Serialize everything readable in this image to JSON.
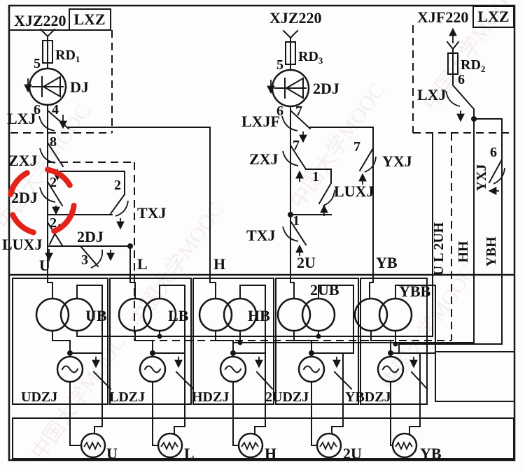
{
  "watermark": "中国大学MOOC",
  "colors": {
    "ink": "#161616",
    "annotation_red": "#e2231a",
    "paper": "#fdfdfd"
  },
  "top_left": {
    "source": "XJZ220",
    "panel": "LXZ",
    "fuse": "RD",
    "fuse_sub": "1",
    "pin_5": "5",
    "relay": "DJ",
    "pin_6": "6",
    "pin_4": "4",
    "contact_lxj": "LXJ",
    "pin_8": "8",
    "contact_zxj": "ZXJ",
    "pin_2dj": "2",
    "contact_2dj": "2DJ",
    "pin_txj": "2",
    "contact_txj": "TXJ",
    "pin_luxj": "2",
    "contact_luxj": "LUXJ",
    "contact_2dj_branch": "2DJ",
    "pin_2dj_branch": "3"
  },
  "top_middle": {
    "source": "XJZ220",
    "fuse": "RD",
    "fuse_sub": "3",
    "pin_5": "5",
    "relay": "2DJ",
    "pin_6": "6",
    "pin_7": "7",
    "contact_lxjf": "LXJF",
    "pin_zxj": "7",
    "contact_zxj": "ZXJ",
    "pin_yxj": "7",
    "contact_yxj": "YXJ",
    "pin_luxj": "1",
    "contact_luxj": "LUXJ",
    "pin_txj": "1",
    "contact_txj": "TXJ"
  },
  "top_right": {
    "source": "XJF220",
    "panel": "LXZ",
    "fuse": "RD",
    "fuse_sub": "2",
    "pin_lxj": "6",
    "contact_lxj": "LXJ",
    "pin_yxj": "6",
    "contact_yxj": "YXJ",
    "cable_ul2uh": "U L 2UH",
    "cable_hh": "HH",
    "cable_ybh": "YBH"
  },
  "feeds": {
    "u": "U",
    "l": "L",
    "h": "H",
    "u2": "2U",
    "yb": "YB"
  },
  "units": [
    {
      "transformer": "UB",
      "relay": "UDZJ",
      "lamp": "U"
    },
    {
      "transformer": "LB",
      "relay": "LDZJ",
      "lamp": "L"
    },
    {
      "transformer": "HB",
      "relay": "HDZJ",
      "lamp": "H"
    },
    {
      "transformer": "2UB",
      "relay": "2UDZJ",
      "lamp": "2U"
    },
    {
      "transformer": "YBB",
      "relay": "YBDZJ",
      "lamp": "YB"
    }
  ]
}
